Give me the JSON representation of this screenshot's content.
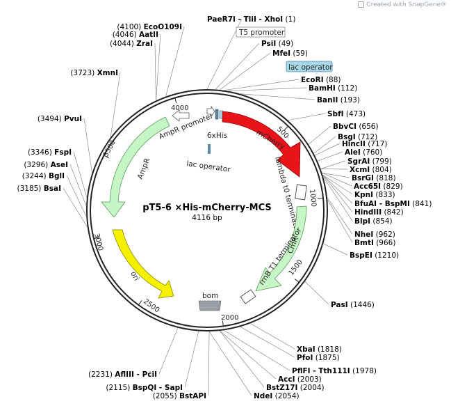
{
  "watermark": "Created with SnapGene®",
  "plasmid": {
    "name": "pT5-6 ×His-mCherry-MCS",
    "size_label": "4116 bp"
  },
  "ticks": [
    "500",
    "1000",
    "1500",
    "2000",
    "2500",
    "3000",
    "3500",
    "4000"
  ],
  "features": {
    "mcherry": "mCherry",
    "cmr": "CmR",
    "ori": "ori",
    "ampr": "AmpR",
    "ampr_promoter": "AmpR promoter",
    "lambda_t0": "lambda t0 terminator",
    "rrnb_t1": "rrnB T1 terminator",
    "bom": "bom",
    "six_his": "6xHis",
    "lac_operator_inner": "lac operator",
    "t5_promoter": "T5 promoter",
    "lac_operator_box": "lac operator"
  },
  "sites": [
    {
      "name": "PaeR7I - TliI - XhoI",
      "pos": "(1)"
    },
    {
      "name": "PsiI",
      "pos": "(49)"
    },
    {
      "name": "MfeI",
      "pos": "(59)"
    },
    {
      "name": "EcoRI",
      "pos": "(88)"
    },
    {
      "name": "BamHI",
      "pos": "(112)"
    },
    {
      "name": "BanII",
      "pos": "(193)"
    },
    {
      "name": "SbfI",
      "pos": "(473)"
    },
    {
      "name": "BbvCI",
      "pos": "(656)"
    },
    {
      "name": "BsgI",
      "pos": "(712)"
    },
    {
      "name": "HincII",
      "pos": "(717)"
    },
    {
      "name": "AleI",
      "pos": "(760)"
    },
    {
      "name": "SgrAI",
      "pos": "(799)"
    },
    {
      "name": "XcmI",
      "pos": "(804)"
    },
    {
      "name": "BsrGI",
      "pos": "(818)"
    },
    {
      "name": "Acc65I",
      "pos": "(829)"
    },
    {
      "name": "KpnI",
      "pos": "(833)"
    },
    {
      "name": "BfuAI - BspMI",
      "pos": "(841)"
    },
    {
      "name": "HindIII",
      "pos": "(842)"
    },
    {
      "name": "BlpI",
      "pos": "(854)"
    },
    {
      "name": "NheI",
      "pos": "(962)"
    },
    {
      "name": "BmtI",
      "pos": "(966)"
    },
    {
      "name": "BspEI",
      "pos": "(1210)"
    },
    {
      "name": "PasI",
      "pos": "(1446)"
    },
    {
      "name": "XbaI",
      "pos": "(1818)"
    },
    {
      "name": "PfoI",
      "pos": "(1875)"
    },
    {
      "name": "PflFI - Tth111I",
      "pos": "(1978)"
    },
    {
      "name": "AccI",
      "pos": "(2003)"
    },
    {
      "name": "BstZ17I",
      "pos": "(2004)"
    },
    {
      "name": "NdeI",
      "pos": "(2054)"
    },
    {
      "name": "BstAPI",
      "pos": "(2055)"
    },
    {
      "name": "BspQI - SapI",
      "pos": "(2115)"
    },
    {
      "name": "AflIII - PciI",
      "pos": "(2231)"
    },
    {
      "name": "BsaI",
      "pos": "(3185)"
    },
    {
      "name": "BglI",
      "pos": "(3244)"
    },
    {
      "name": "AseI",
      "pos": "(3296)"
    },
    {
      "name": "FspI",
      "pos": "(3346)"
    },
    {
      "name": "PvuI",
      "pos": "(3494)"
    },
    {
      "name": "XmnI",
      "pos": "(3723)"
    },
    {
      "name": "ZraI",
      "pos": "(4044)"
    },
    {
      "name": "AatII",
      "pos": "(4046)"
    },
    {
      "name": "EcoO109I",
      "pos": "(4100)"
    }
  ],
  "colors": {
    "mcherry": "#e8141a",
    "cmr": "#c6f5c6",
    "ampr": "#c6f5c6",
    "ori": "#f5f000",
    "bom": "#9a9ea6",
    "his_tag": "#5c8aa8",
    "lac_box_fill": "#a8d8e8",
    "backbone": "#222222"
  }
}
